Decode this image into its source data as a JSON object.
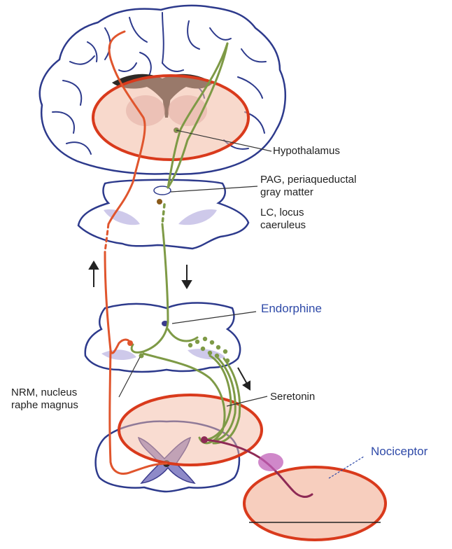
{
  "labels": {
    "hypothalamus": "Hypothalamus",
    "pag_line1": "PAG, periaqueductal",
    "pag_line2": "gray matter",
    "lc_line1": "LC, locus",
    "lc_line2": "caeruleus",
    "endorphine": "Endorphine",
    "nrm_line1": "NRM, nucleus",
    "nrm_line2": "raphe magnus",
    "seretonin": "Seretonin",
    "nociceptor": "Nociceptor"
  },
  "colors": {
    "ascending_pathway": "#e0552d",
    "descending_pathway": "#7e9a46",
    "highlight_outline": "#d93a1c",
    "highlight_fill": "#f3b9a3",
    "tissue_outline": "#2d3a8c",
    "nucleus_fill": "#c9c3e8",
    "nociceptor_fiber": "#8e2a55",
    "nociceptor_terminal": "#c060b8",
    "label_blue": "#2f4aa8"
  }
}
